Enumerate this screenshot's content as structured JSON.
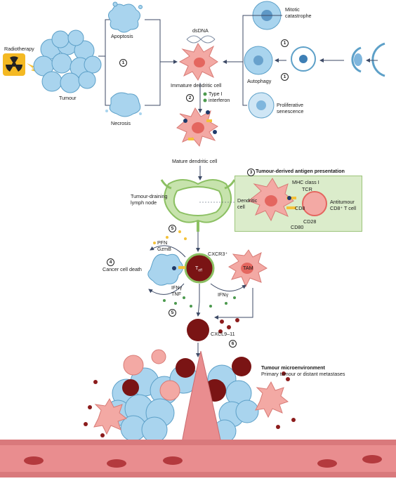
{
  "labels": {
    "radiotherapy": "Radiotherapy",
    "tumour": "Tumour",
    "apoptosis": "Apoptosis",
    "necrosis": "Necrosis",
    "dsdna": "dsDNA",
    "immature_dc": "Immature dendritic cell",
    "mitotic_catastrophe_l1": "Mitotic",
    "mitotic_catastrophe_l2": "catastrophe",
    "autophagy": "Autophagy",
    "prolif_senescence_l1": "Proliferative",
    "prolif_senescence_l2": "senescence",
    "type1_ifn_l1": "Type I",
    "type1_ifn_l2": "interferon",
    "mature_dc": "Mature dendritic cell",
    "antigen_presentation": "Tumour-derived antigen presentation",
    "draining_ln_l1": "Tumour-draining",
    "draining_ln_l2": "lymph node",
    "dendritic_cell_l1": "Dendritic",
    "dendritic_cell_l2": "cell",
    "mhc_class_i": "MHC class I",
    "tcr": "TCR",
    "cd8": "CD8",
    "cd28": "CD28",
    "cd80": "CD80",
    "antitumour_l1": "Antitumour",
    "antitumour_l2": "CD8⁺ T cell",
    "pfn": "PFN",
    "gzmb": "GzmB",
    "cxcr3": "CXCR3⁺",
    "cancer_cell_death": "Cancer cell death",
    "teff": "T",
    "teff_sub": "eff",
    "tam": "TAM",
    "ifng_tnf_l1": "IFNγ",
    "ifng_tnf_l2": "TNF",
    "ifng": "IFNγ",
    "cxcl9_11": "CXCL9–11",
    "tme_title": "Tumour microenvironment",
    "tme_sub": "Primary tumour or distant metastases"
  },
  "steps": [
    "1",
    "1",
    "1",
    "2",
    "3",
    "4",
    "5",
    "5",
    "6"
  ],
  "colors": {
    "tumour_blue": "#a9d4ee",
    "dc_pink": "#f3a9a4",
    "teff_red": "#7a1414",
    "node_green": "#8cc063",
    "box_green": "#dbeccb",
    "vessel": "#e98d8f"
  }
}
